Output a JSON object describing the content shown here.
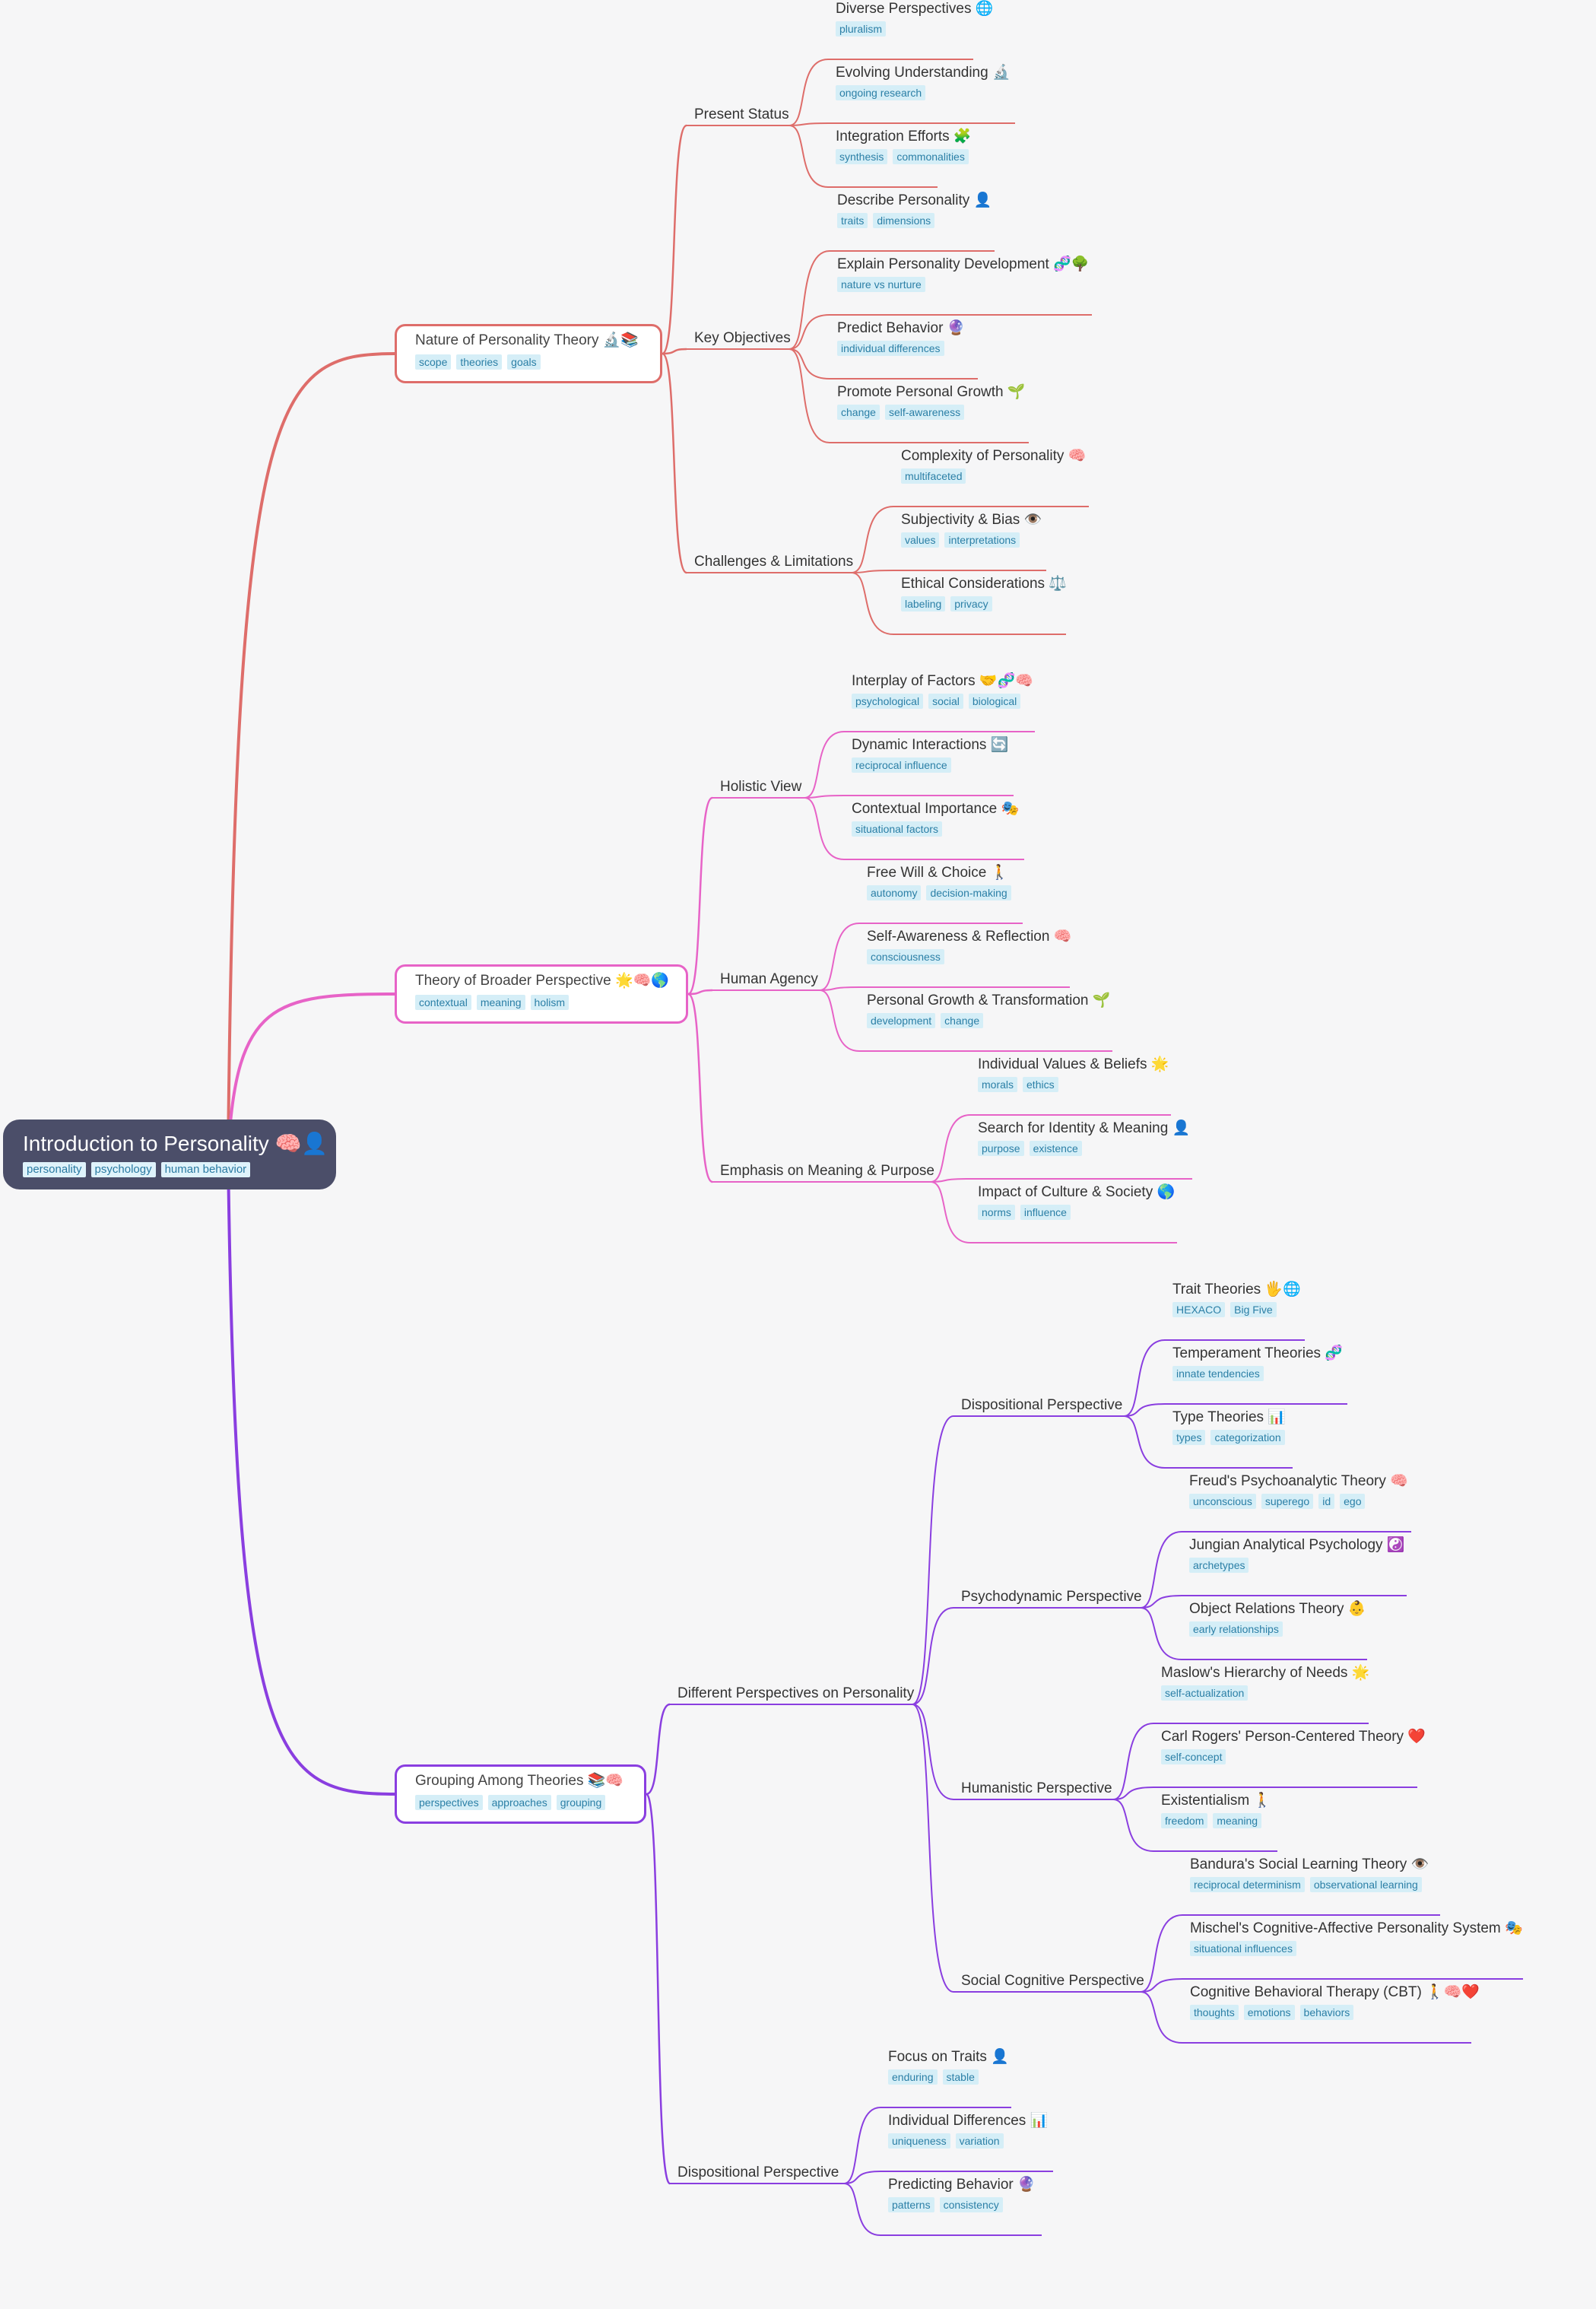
{
  "colors": {
    "branch_red": "#de6d6a",
    "branch_pink": "#e763c7",
    "branch_purple": "#8a3ee0",
    "root_bg": "#4b4e69",
    "tag_bg": "#d5eef7",
    "tag_text": "#2b7fa6"
  },
  "root": {
    "title": "Introduction to Personality 🧠👤",
    "tags": [
      "personality",
      "psychology",
      "human behavior"
    ]
  },
  "branches": [
    {
      "title": "Nature of Personality Theory 🔬📚",
      "tags": [
        "scope",
        "theories",
        "goals"
      ],
      "children": [
        {
          "label": "Present Status",
          "children": [
            {
              "title": "Diverse Perspectives 🌐",
              "tags": [
                "pluralism"
              ]
            },
            {
              "title": "Evolving Understanding 🔬",
              "tags": [
                "ongoing research"
              ]
            },
            {
              "title": "Integration Efforts 🧩",
              "tags": [
                "synthesis",
                "commonalities"
              ]
            }
          ]
        },
        {
          "label": "Key Objectives",
          "children": [
            {
              "title": "Describe Personality 👤",
              "tags": [
                "traits",
                "dimensions"
              ]
            },
            {
              "title": "Explain Personality Development 🧬🌳",
              "tags": [
                "nature vs nurture"
              ]
            },
            {
              "title": "Predict Behavior 🔮",
              "tags": [
                "individual differences"
              ]
            },
            {
              "title": "Promote Personal Growth 🌱",
              "tags": [
                "change",
                "self-awareness"
              ]
            }
          ]
        },
        {
          "label": "Challenges & Limitations",
          "children": [
            {
              "title": "Complexity of Personality 🧠",
              "tags": [
                "multifaceted"
              ]
            },
            {
              "title": "Subjectivity & Bias 👁️",
              "tags": [
                "values",
                "interpretations"
              ]
            },
            {
              "title": "Ethical Considerations ⚖️",
              "tags": [
                "labeling",
                "privacy"
              ]
            }
          ]
        }
      ]
    },
    {
      "title": "Theory of Broader Perspective 🌟🧠🌎",
      "tags": [
        "contextual",
        "meaning",
        "holism"
      ],
      "children": [
        {
          "label": "Holistic View",
          "children": [
            {
              "title": "Interplay of Factors 🤝🧬🧠",
              "tags": [
                "psychological",
                "social",
                "biological"
              ]
            },
            {
              "title": "Dynamic Interactions 🔄",
              "tags": [
                "reciprocal influence"
              ]
            },
            {
              "title": "Contextual Importance 🎭",
              "tags": [
                "situational factors"
              ]
            }
          ]
        },
        {
          "label": "Human Agency",
          "children": [
            {
              "title": "Free Will & Choice 🚶",
              "tags": [
                "autonomy",
                "decision-making"
              ]
            },
            {
              "title": "Self-Awareness & Reflection 🧠",
              "tags": [
                "consciousness"
              ]
            },
            {
              "title": "Personal Growth & Transformation 🌱",
              "tags": [
                "development",
                "change"
              ]
            }
          ]
        },
        {
          "label": "Emphasis on Meaning & Purpose",
          "children": [
            {
              "title": "Individual Values & Beliefs 🌟",
              "tags": [
                "morals",
                "ethics"
              ]
            },
            {
              "title": "Search for Identity & Meaning 👤",
              "tags": [
                "purpose",
                "existence"
              ]
            },
            {
              "title": "Impact of Culture & Society 🌎",
              "tags": [
                "norms",
                "influence"
              ]
            }
          ]
        }
      ]
    },
    {
      "title": "Grouping Among Theories 📚🧠",
      "tags": [
        "perspectives",
        "approaches",
        "grouping"
      ],
      "children": [
        {
          "label": "Different Perspectives on Personality",
          "children": [
            {
              "label": "Dispositional Perspective",
              "children": [
                {
                  "title": "Trait Theories 🖐️🌐",
                  "tags": [
                    "HEXACO",
                    "Big Five"
                  ]
                },
                {
                  "title": "Temperament Theories 🧬",
                  "tags": [
                    "innate tendencies"
                  ]
                },
                {
                  "title": "Type Theories 📊",
                  "tags": [
                    "types",
                    "categorization"
                  ]
                }
              ]
            },
            {
              "label": "Psychodynamic Perspective",
              "children": [
                {
                  "title": "Freud's Psychoanalytic Theory 🧠",
                  "tags": [
                    "unconscious",
                    "superego",
                    "id",
                    "ego"
                  ]
                },
                {
                  "title": "Jungian Analytical Psychology ☯️",
                  "tags": [
                    "archetypes"
                  ]
                },
                {
                  "title": "Object Relations Theory 👶",
                  "tags": [
                    "early relationships"
                  ]
                }
              ]
            },
            {
              "label": "Humanistic Perspective",
              "children": [
                {
                  "title": "Maslow's Hierarchy of Needs 🌟",
                  "tags": [
                    "self-actualization"
                  ]
                },
                {
                  "title": "Carl Rogers' Person-Centered Theory ❤️",
                  "tags": [
                    "self-concept"
                  ]
                },
                {
                  "title": "Existentialism 🚶",
                  "tags": [
                    "freedom",
                    "meaning"
                  ]
                }
              ]
            },
            {
              "label": "Social Cognitive Perspective",
              "children": [
                {
                  "title": "Bandura's Social Learning Theory 👁️",
                  "tags": [
                    "reciprocal determinism",
                    "observational learning"
                  ]
                },
                {
                  "title": "Mischel's Cognitive-Affective Personality System 🎭",
                  "tags": [
                    "situational influences"
                  ]
                },
                {
                  "title": "Cognitive Behavioral Therapy (CBT) 🚶🧠❤️",
                  "tags": [
                    "thoughts",
                    "emotions",
                    "behaviors"
                  ]
                }
              ]
            }
          ]
        },
        {
          "label": "Dispositional Perspective",
          "children": [
            {
              "title": "Focus on Traits 👤",
              "tags": [
                "enduring",
                "stable"
              ]
            },
            {
              "title": "Individual Differences 📊",
              "tags": [
                "uniqueness",
                "variation"
              ]
            },
            {
              "title": "Predicting Behavior 🔮",
              "tags": [
                "patterns",
                "consistency"
              ]
            }
          ]
        }
      ]
    }
  ]
}
